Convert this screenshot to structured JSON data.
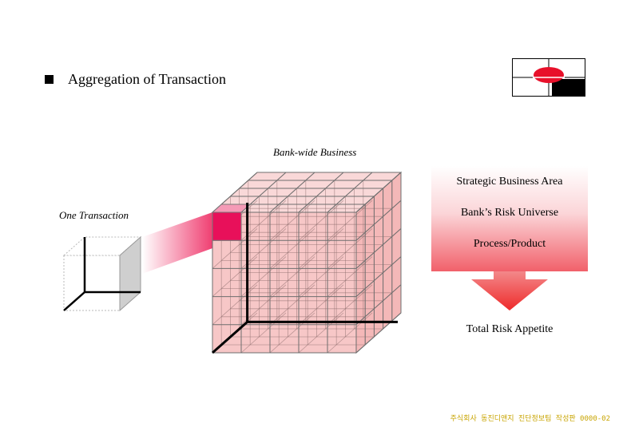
{
  "header": {
    "bullet_icon": "square-bullet-icon",
    "title": "Aggregation of Transaction"
  },
  "logo": {
    "icon": "company-logo-icon",
    "accent_color": "#e8102a"
  },
  "diagram": {
    "cube_label": "Bank-wide Business",
    "single_label": "One Transaction",
    "cell_color": "#f7c7c7",
    "highlight_color": "#e8105a",
    "panel_labels": [
      "Strategic Business Area",
      "Bank’s Risk Universe",
      "Process/Product"
    ],
    "result_label": "Total Risk Appetite"
  },
  "footer": {
    "text": "주식회사 동진디앤지 진단정보팀 작성판 0000-02"
  }
}
